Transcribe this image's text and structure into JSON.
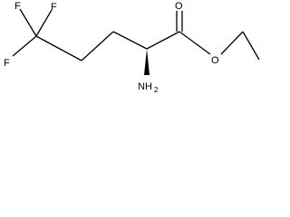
{
  "molecule": {
    "atoms": {
      "f1": "F",
      "f2": "F",
      "f3": "F",
      "o_carbonyl": "O",
      "o_ester": "O",
      "amine_main": "NH",
      "amine_sub": "2"
    },
    "colors": {
      "bond": "#000000",
      "text": "#000000",
      "background": "#ffffff"
    }
  }
}
